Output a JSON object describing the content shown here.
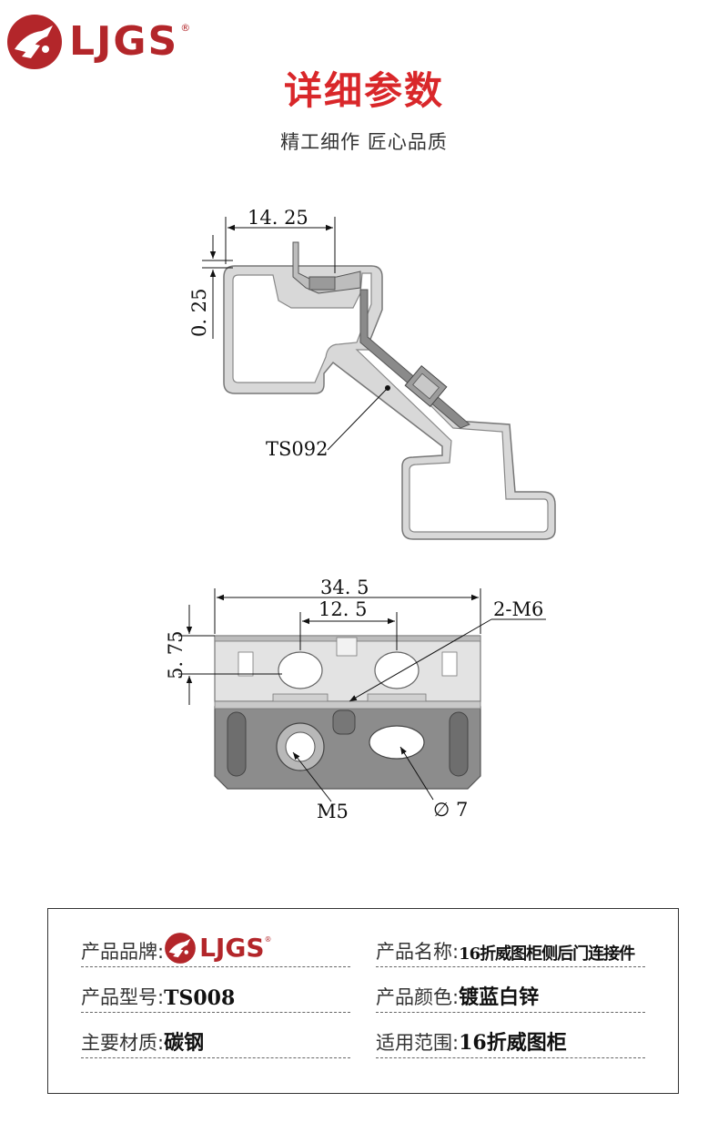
{
  "brand": {
    "name": "LJGS",
    "registered": "®"
  },
  "header": {
    "title": "详细参数",
    "subtitle": "精工细作 匠心品质"
  },
  "drawing_top": {
    "dimensions": [
      "14. 25",
      "0. 25"
    ],
    "part_label": "TS092"
  },
  "drawing_bottom": {
    "dimensions": [
      "34. 5",
      "12. 5",
      "5. 75"
    ],
    "callouts": [
      "2-M6",
      "M5",
      "∅ 7"
    ]
  },
  "specs": {
    "brand_label": "产品品牌:",
    "name_label": "产品名称:",
    "name_value": "16折威图柜侧后门连接件",
    "model_label": "产品型号:",
    "model_value": "TS008",
    "color_label": "产品颜色:",
    "color_value": "镀蓝白锌",
    "material_label": "主要材质:",
    "material_value": "碳钢",
    "scope_label": "适用范围:",
    "scope_value": "16折威图柜"
  },
  "colors": {
    "brand_red": "#b3262a",
    "title_red": "#d9272a",
    "part_gray": "#8a8a8a"
  }
}
